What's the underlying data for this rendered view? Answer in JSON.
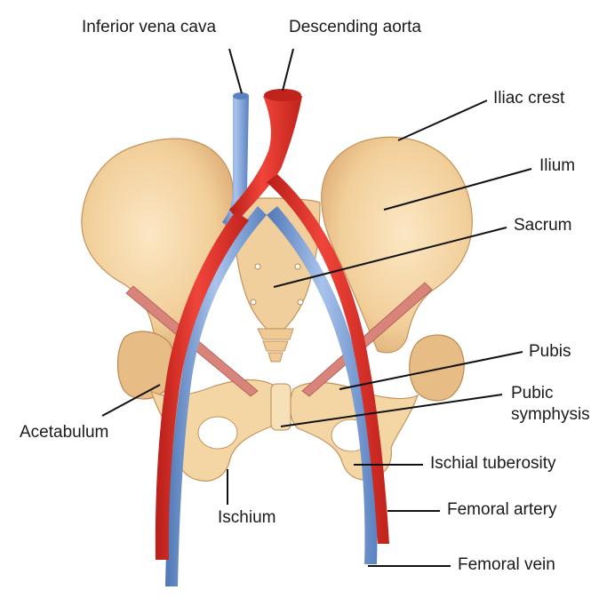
{
  "labels": {
    "inferior_vena_cava": "Inferior vena cava",
    "descending_aorta": "Descending aorta",
    "iliac_crest": "Iliac crest",
    "ilium": "Ilium",
    "sacrum": "Sacrum",
    "pubis": "Pubis",
    "pubic_symphysis_line1": "Pubic",
    "pubic_symphysis_line2": "symphysis",
    "acetabulum": "Acetabulum",
    "ischial_tuberosity": "Ischial tuberosity",
    "ischium": "Ischium",
    "femoral_artery": "Femoral artery",
    "femoral_vein": "Femoral vein"
  },
  "colors": {
    "bone": "#f3d3a0",
    "bone_shade": "#e0b078",
    "bone_outline": "#b98a55",
    "artery": "#e8312a",
    "artery_dark": "#b81e18",
    "vein": "#7fa4dc",
    "vein_dark": "#4f77b5",
    "muscle": "#d8847a",
    "leader": "#111111"
  }
}
